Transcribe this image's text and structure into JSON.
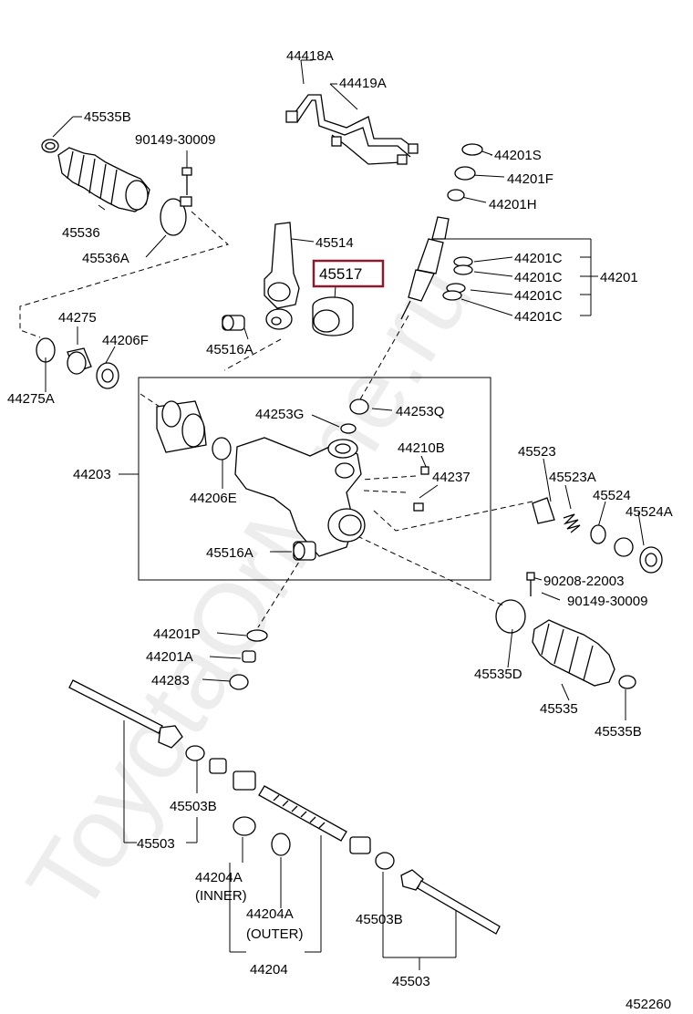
{
  "diagram": {
    "watermark": "ToyotaOrMine.ru",
    "drawing_number": "452260",
    "highlighted_part": "45517",
    "highlight_color": "#8b1a2e",
    "labels": {
      "p44418A": "44418A",
      "p44419A": "44419A",
      "p45535B_top": "45535B",
      "p90149_top": "90149-30009",
      "p44201S": "44201S",
      "p44201F": "44201F",
      "p44201H": "44201H",
      "p45536": "45536",
      "p45514": "45514",
      "p44201C_1": "44201C",
      "p44201C_2": "44201C",
      "p44201C_3": "44201C",
      "p44201C_4": "44201C",
      "p44201": "44201",
      "p45536A": "45536A",
      "p45517": "45517",
      "p44275": "44275",
      "p44206F": "44206F",
      "p45516A_top": "45516A",
      "p44275A": "44275A",
      "p44253G": "44253G",
      "p44253Q": "44253Q",
      "p44210B": "44210B",
      "p44237": "44237",
      "p45523": "45523",
      "p45523A": "45523A",
      "p44203": "44203",
      "p44206E": "44206E",
      "p45524": "45524",
      "p45524A": "45524A",
      "p45516A_mid": "45516A",
      "p90208": "90208-22003",
      "p90149_right": "90149-30009",
      "p44201P": "44201P",
      "p44201A": "44201A",
      "p44283": "44283",
      "p45535D": "45535D",
      "p45535": "45535",
      "p45535B_right": "45535B",
      "p45503B_left": "45503B",
      "p45503_left": "45503",
      "p44204A_inner": "44204A",
      "inner_note": "(INNER)",
      "p44204A_outer": "44204A",
      "outer_note": "(OUTER)",
      "p45503B_right": "45503B",
      "p44204": "44204",
      "p45503_right": "45503"
    }
  }
}
